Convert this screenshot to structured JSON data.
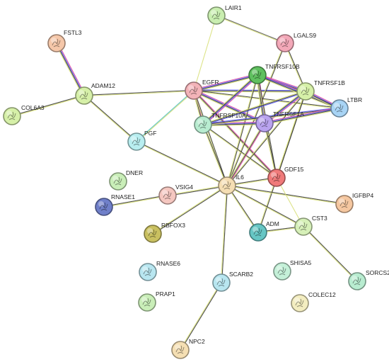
{
  "network": {
    "nodes": [
      {
        "id": "LAIR1",
        "color": "#c9eeb0"
      },
      {
        "id": "FSTL3",
        "color": "#f5c7a9"
      },
      {
        "id": "LGALS9",
        "color": "#f3a8b8"
      },
      {
        "id": "TNFRSF10B",
        "color": "#5fc05f"
      },
      {
        "id": "TNFRSF1B",
        "color": "#d6f0a8"
      },
      {
        "id": "ADAM12",
        "color": "#d6f0a8"
      },
      {
        "id": "EGFR",
        "color": "#f3b3b8"
      },
      {
        "id": "LTBR",
        "color": "#a8d4f5"
      },
      {
        "id": "COL6A3",
        "color": "#d6f0a8"
      },
      {
        "id": "TNFRSF10A",
        "color": "#b8ecd0"
      },
      {
        "id": "TNFRSF1A",
        "color": "#b9a3ef"
      },
      {
        "id": "PGF",
        "color": "#b8eef0"
      },
      {
        "id": "DNER",
        "color": "#c9eeb8"
      },
      {
        "id": "GDF15",
        "color": "#f07a7a"
      },
      {
        "id": "IL6",
        "color": "#f5deb3"
      },
      {
        "id": "VSIG4",
        "color": "#f5c7c0"
      },
      {
        "id": "RNASE1",
        "color": "#6f7fc9"
      },
      {
        "id": "IGFBP4",
        "color": "#f5c7a0"
      },
      {
        "id": "RBFOX3",
        "color": "#c9c060"
      },
      {
        "id": "ADM",
        "color": "#66c6c4"
      },
      {
        "id": "CST3",
        "color": "#d6f0b8"
      },
      {
        "id": "RNASE6",
        "color": "#b8e6f0"
      },
      {
        "id": "SHISA5",
        "color": "#c4f0d8"
      },
      {
        "id": "SCARB2",
        "color": "#b8e6f0"
      },
      {
        "id": "SORCS2",
        "color": "#b8ecd0"
      },
      {
        "id": "PRAP1",
        "color": "#c9eeb8"
      },
      {
        "id": "COLEC12",
        "color": "#f3edc0"
      },
      {
        "id": "NPC2",
        "color": "#f5dfb3"
      }
    ],
    "edges": [
      {
        "a": "LAIR1",
        "b": "LGALS9",
        "colors": [
          "#5a5a5a",
          "#d8e07a"
        ]
      },
      {
        "a": "LAIR1",
        "b": "EGFR",
        "colors": [
          "#d8e07a"
        ]
      },
      {
        "a": "FSTL3",
        "b": "ADAM12",
        "colors": [
          "#e04fa0",
          "#5a5af0",
          "#3a3a3a",
          "#d8e07a"
        ]
      },
      {
        "a": "COL6A3",
        "b": "ADAM12",
        "colors": [
          "#3a3a3a",
          "#d8e07a"
        ]
      },
      {
        "a": "ADAM12",
        "b": "EGFR",
        "colors": [
          "#3a3a3a",
          "#d8e07a"
        ]
      },
      {
        "a": "ADAM12",
        "b": "PGF",
        "colors": [
          "#3a3a3a",
          "#d8e07a"
        ]
      },
      {
        "a": "PGF",
        "b": "EGFR",
        "colors": [
          "#4fc0c0",
          "#d8e07a"
        ]
      },
      {
        "a": "PGF",
        "b": "IL6",
        "colors": [
          "#3a3a3a",
          "#d8e07a"
        ]
      },
      {
        "a": "EGFR",
        "b": "TNFRSF10B",
        "colors": [
          "#e04fa0",
          "#5a5af0",
          "#3a3a3a",
          "#d8e07a"
        ]
      },
      {
        "a": "EGFR",
        "b": "TNFRSF1B",
        "colors": [
          "#5a5af0",
          "#3a3a3a",
          "#d8e07a"
        ]
      },
      {
        "a": "EGFR",
        "b": "TNFRSF10A",
        "colors": [
          "#e04fa0",
          "#3a3a3a",
          "#d8e07a"
        ]
      },
      {
        "a": "EGFR",
        "b": "TNFRSF1A",
        "colors": [
          "#e04fa0",
          "#5a5af0",
          "#3a3a3a",
          "#d8e07a"
        ]
      },
      {
        "a": "EGFR",
        "b": "IL6",
        "colors": [
          "#3a3a3a",
          "#d8e07a"
        ]
      },
      {
        "a": "EGFR",
        "b": "GDF15",
        "colors": [
          "#e04fa0",
          "#3a3a3a",
          "#d8e07a"
        ]
      },
      {
        "a": "EGFR",
        "b": "LTBR",
        "colors": [
          "#3a3a3a",
          "#d8e07a"
        ]
      },
      {
        "a": "LGALS9",
        "b": "TNFRSF1B",
        "colors": [
          "#3a3a3a",
          "#d8e07a"
        ]
      },
      {
        "a": "LGALS9",
        "b": "IL6",
        "colors": [
          "#3a3a3a",
          "#d8e07a"
        ]
      },
      {
        "a": "TNFRSF10B",
        "b": "TNFRSF1B",
        "colors": [
          "#e04fa0",
          "#5a5af0",
          "#3a3a3a",
          "#d8e07a"
        ]
      },
      {
        "a": "TNFRSF10B",
        "b": "TNFRSF10A",
        "colors": [
          "#e04fa0",
          "#5a5af0",
          "#3a3a3a",
          "#d8e07a"
        ]
      },
      {
        "a": "TNFRSF10B",
        "b": "TNFRSF1A",
        "colors": [
          "#e04fa0",
          "#5a5af0",
          "#3a3a3a",
          "#d8e07a"
        ]
      },
      {
        "a": "TNFRSF10B",
        "b": "LTBR",
        "colors": [
          "#e04fa0",
          "#5a5af0",
          "#3a3a3a",
          "#d8e07a"
        ]
      },
      {
        "a": "TNFRSF10B",
        "b": "IL6",
        "colors": [
          "#3a3a3a",
          "#d8e07a"
        ]
      },
      {
        "a": "TNFRSF10B",
        "b": "GDF15",
        "colors": [
          "#3a3a3a",
          "#d8e07a"
        ]
      },
      {
        "a": "TNFRSF1B",
        "b": "TNFRSF1A",
        "colors": [
          "#e04fa0",
          "#5a5af0",
          "#3a3a3a",
          "#d8e07a"
        ]
      },
      {
        "a": "TNFRSF1B",
        "b": "LTBR",
        "colors": [
          "#e04fa0",
          "#5a5af0",
          "#3a3a3a",
          "#d8e07a"
        ]
      },
      {
        "a": "TNFRSF1B",
        "b": "TNFRSF10A",
        "colors": [
          "#5a5af0",
          "#3a3a3a",
          "#d8e07a"
        ]
      },
      {
        "a": "TNFRSF1B",
        "b": "IL6",
        "colors": [
          "#3a3a3a",
          "#d8e07a"
        ]
      },
      {
        "a": "TNFRSF1B",
        "b": "GDF15",
        "colors": [
          "#3a3a3a",
          "#d8e07a"
        ]
      },
      {
        "a": "TNFRSF1B",
        "b": "ADM",
        "colors": [
          "#3a3a3a",
          "#d8e07a"
        ]
      },
      {
        "a": "TNFRSF10A",
        "b": "TNFRSF1A",
        "colors": [
          "#e04fa0",
          "#5a5af0",
          "#3a3a3a",
          "#d8e07a"
        ]
      },
      {
        "a": "TNFRSF10A",
        "b": "LTBR",
        "colors": [
          "#5a5af0",
          "#3a3a3a",
          "#d8e07a"
        ]
      },
      {
        "a": "TNFRSF10A",
        "b": "IL6",
        "colors": [
          "#3a3a3a",
          "#d8e07a"
        ]
      },
      {
        "a": "TNFRSF10A",
        "b": "GDF15",
        "colors": [
          "#3a3a3a",
          "#d8e07a"
        ]
      },
      {
        "a": "TNFRSF1A",
        "b": "LTBR",
        "colors": [
          "#e04fa0",
          "#5a5af0",
          "#3a3a3a",
          "#d8e07a"
        ]
      },
      {
        "a": "TNFRSF1A",
        "b": "IL6",
        "colors": [
          "#e04fa0",
          "#3a3a3a",
          "#d8e07a"
        ]
      },
      {
        "a": "TNFRSF1A",
        "b": "GDF15",
        "colors": [
          "#3a3a3a",
          "#d8e07a"
        ]
      },
      {
        "a": "IL6",
        "b": "GDF15",
        "colors": [
          "#3a3a3a",
          "#d8e07a"
        ]
      },
      {
        "a": "IL6",
        "b": "VSIG4",
        "colors": [
          "#3a3a3a",
          "#d8e07a"
        ]
      },
      {
        "a": "IL6",
        "b": "IGFBP4",
        "colors": [
          "#3a3a3a",
          "#d8e07a"
        ]
      },
      {
        "a": "IL6",
        "b": "RBFOX3",
        "colors": [
          "#3a3a3a",
          "#d8e07a"
        ]
      },
      {
        "a": "IL6",
        "b": "ADM",
        "colors": [
          "#3a3a3a",
          "#d8e07a"
        ]
      },
      {
        "a": "IL6",
        "b": "CST3",
        "colors": [
          "#3a3a3a",
          "#d8e07a"
        ]
      },
      {
        "a": "IL6",
        "b": "SCARB2",
        "colors": [
          "#3a3a3a",
          "#d8e07a"
        ]
      },
      {
        "a": "GDF15",
        "b": "CST3",
        "colors": [
          "#d8e07a"
        ]
      },
      {
        "a": "RNASE1",
        "b": "VSIG4",
        "colors": [
          "#3a3a3a",
          "#d8e07a"
        ]
      },
      {
        "a": "ADM",
        "b": "CST3",
        "colors": [
          "#3a3a3a",
          "#d8e07a"
        ]
      },
      {
        "a": "CST3",
        "b": "SORCS2",
        "colors": [
          "#3a3a3a",
          "#d8e07a"
        ]
      },
      {
        "a": "SCARB2",
        "b": "NPC2",
        "colors": [
          "#3a3a3a",
          "#d8e07a"
        ]
      }
    ]
  }
}
